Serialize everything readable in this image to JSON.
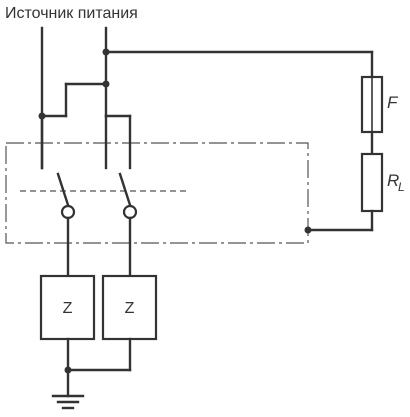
{
  "title": "Источник питания",
  "labels": {
    "fuse": "F",
    "load_main": "R",
    "load_sub": "L",
    "impedance_left": "Z",
    "impedance_right": "Z"
  },
  "colors": {
    "line": "#333333",
    "background": "#ffffff"
  },
  "icons": {
    "ground": "ground-icon"
  }
}
